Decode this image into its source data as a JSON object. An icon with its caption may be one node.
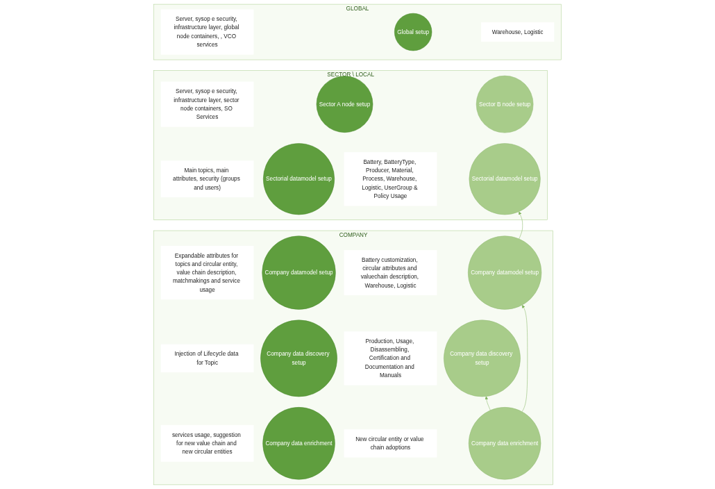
{
  "diagram": {
    "nodes": [
      {
        "text": [
          "GLOBAL"
        ]
      },
      {
        "text": [
          "Global setup"
        ],
        "in": 0
      },
      {
        "text": [
          "SECTOR \\ LOCAL"
        ]
      },
      {
        "text": [
          "Sector A node setup"
        ],
        "in": 2
      },
      {
        "text": [
          "Sector B node setup"
        ],
        "in": 2
      },
      {
        "text": [
          "Sectorial datamodel setup"
        ],
        "in": 2
      },
      {
        "text": [
          "Sectorial datamodel setup"
        ],
        "in": 2
      },
      {
        "text": [
          "COMPANY"
        ]
      },
      {
        "text": [
          "Company datamodel setup"
        ],
        "in": 7
      },
      {
        "text": [
          "Company datamodel setup"
        ],
        "in": 7
      },
      {
        "text": [
          "Company data discovery setup"
        ],
        "in": 7
      },
      {
        "text": [
          "Company data discovery setup"
        ],
        "in": 7
      },
      {
        "text": [
          "Company data enrichment"
        ],
        "in": 7
      },
      {
        "text": [
          "Company data enrichment"
        ],
        "in": 7
      }
    ],
    "edges": [
      {
        "from": 9,
        "to": 6,
        "arrow": "to"
      },
      {
        "from": 13,
        "to": 9,
        "arrow": "to"
      },
      {
        "from": 13,
        "to": 11,
        "arrow": "to"
      }
    ],
    "labels": [
      "Server, sysop e security, infrastructure layer, global node containers, , VCO services",
      "Warehouse, Logistic",
      "Server, sysop e security, infrastructure layer, sector node containers, SO Services",
      "Main topics, main attributes, security (groups and users)",
      "Battery, BatteryType, Producer, Material, Process, Warehouse, Logistic, UserGroup & Policy Usage",
      "Expandable attributes for topics and circular entity, value chain description, matchmakings and service usage",
      "Battery customization, circular attributes and valuechain description, Warehouse, Logistic",
      "Injection of Lifecycle data for Topic",
      "Production, Usage, Disassembling, Certification and Documentation and Manuals",
      "services usage, suggestion for new value chain and new circular entities",
      "New circular entity or value chain adoptions"
    ]
  }
}
